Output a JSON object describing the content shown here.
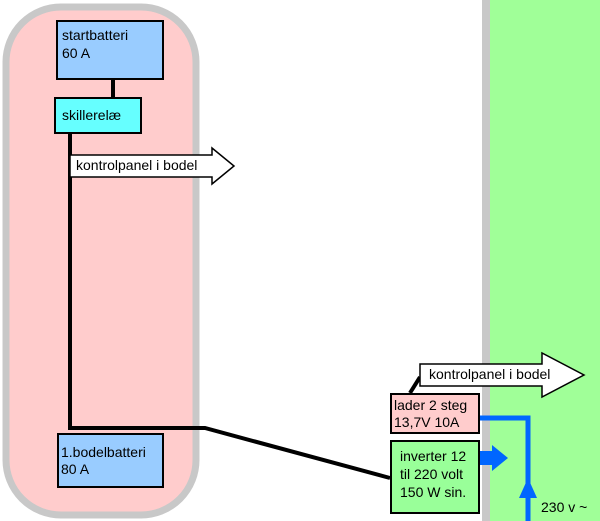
{
  "colors": {
    "vehicle_zone": "#ffcccc",
    "vehicle_zone_border": "#c8c8c8",
    "shore_zone": "#a0ff98",
    "shore_zone_border": "#c8c8c8",
    "battery": "#99ccff",
    "relay": "#66ffff",
    "charger": "#ffcccc",
    "inverter": "#99ff99",
    "ac_line": "#0066ff",
    "dc_line": "#000000"
  },
  "components": {
    "start_battery": {
      "line1": "startbatteri",
      "line2": "60 A"
    },
    "isolation_relay": {
      "label": "skillerelæ"
    },
    "house_battery": {
      "line1": "1.bodelbatteri",
      "line2": "80 A"
    },
    "charger": {
      "line1": "lader 2 steg",
      "line2": "13,7V 10A"
    },
    "inverter": {
      "line1": "inverter 12",
      "line2": "til 220 volt",
      "line3": "150 W sin."
    }
  },
  "arrows": {
    "control_panel_left": "kontrolpanel i bodel",
    "control_panel_right": "kontrolpanel i bodel"
  },
  "ac_input_label": "230 v ~"
}
